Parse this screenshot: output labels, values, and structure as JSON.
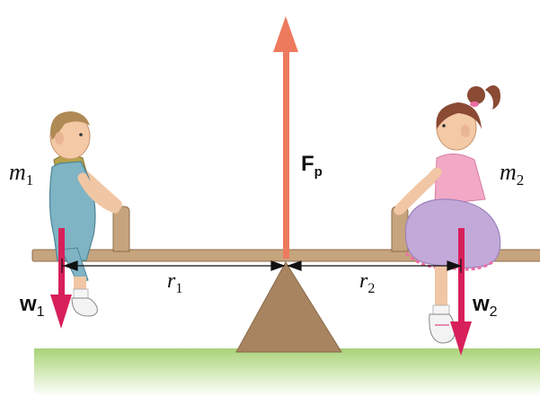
{
  "labels": {
    "mass_left": "m",
    "mass_left_sub": "1",
    "mass_right": "m",
    "mass_right_sub": "2",
    "force_pivot": "F",
    "force_pivot_sub": "p",
    "weight_left": "w",
    "weight_left_sub": "1",
    "weight_right": "w",
    "weight_right_sub": "2",
    "lever_left": "r",
    "lever_left_sub": "1",
    "lever_right": "r",
    "lever_right_sub": "2"
  },
  "colors": {
    "ground": "#b9dc8e",
    "board": "#c2a07a",
    "pivot": "#a88460",
    "pivot_force_arrow": "#ee7a5e",
    "weight_arrow": "#d8205a"
  }
}
